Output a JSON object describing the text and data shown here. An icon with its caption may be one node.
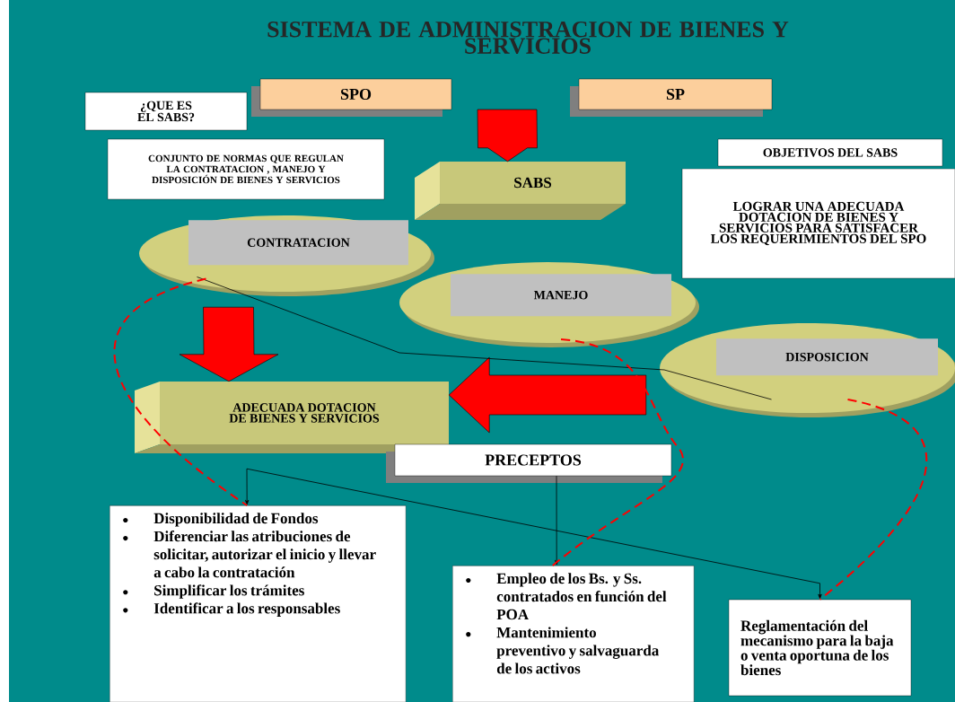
{
  "diagram": {
    "title": "SISTEMA DE ADMINISTRACION DE BIENES Y SERVICIOS",
    "nodes": [
      {
        "text": [
          "SPO"
        ]
      },
      {
        "text": [
          "SP"
        ]
      },
      {
        "text": [
          "¿QUE ES EL SABS?"
        ]
      },
      {
        "text": [
          "CONJUNTO DE NORMAS  QUE REGULAN LA CONTRATACION , MANEJO Y DISPOSICIÓN DE BIENES Y SERVICIOS"
        ]
      },
      {
        "text": [
          "SABS"
        ]
      },
      {
        "text": [
          "OBJETIVOS DEL SABS"
        ]
      },
      {
        "text": [
          "LOGRAR UNA ADECUADA DOTACION DE BIENES Y SERVICIOS PARA SATISFACER LOS REQUERIMIENTOS DEL SPO"
        ]
      },
      {
        "text": [
          "CONTRATACION"
        ]
      },
      {
        "text": [
          "MANEJO"
        ]
      },
      {
        "text": [
          "DISPOSICION"
        ]
      },
      {
        "text": [
          "ADECUADA DOTACION DE BIENES Y SERVICIOS"
        ]
      },
      {
        "text": [
          "PRECEPTOS"
        ]
      },
      {
        "text": [
          "Disponibilidad de Fondos",
          "Diferenciar las atribuciones de solicitar, autorizar el inicio y llevar a cabo la contratación",
          "Simplificar los trámites",
          "Identificar a los responsables"
        ]
      },
      {
        "text": [
          "Empleo de los Bs. y Ss. contratados en función del POA",
          "Mantenimiento preventivo y salvaguarda de los activos"
        ]
      },
      {
        "text": [
          "Reglamentación del mecanismo para la baja o venta oportuna de los bienes"
        ]
      }
    ],
    "edges": [
      {
        "from": null,
        "to": 4,
        "arrow": "to",
        "style": "thick",
        "color": "#ff0000"
      },
      {
        "from": 7,
        "to": 10,
        "arrow": "to",
        "style": "thick",
        "color": "#ff0000"
      },
      {
        "from": 9,
        "to": 10,
        "arrow": "to",
        "style": "thick",
        "color": "#ff0000"
      },
      {
        "from": 7,
        "to": 9,
        "arrow": "none",
        "color": "#000000"
      },
      {
        "from": 10,
        "to": 12,
        "arrow": "to",
        "color": "#000000"
      },
      {
        "from": 10,
        "to": 14,
        "arrow": "to",
        "color": "#000000"
      },
      {
        "from": 11,
        "to": 13,
        "arrow": "to",
        "color": "#000000"
      },
      {
        "from": 7,
        "to": 12,
        "arrow": "none",
        "style": "dashed",
        "color": "#ff0000"
      },
      {
        "from": 8,
        "to": 13,
        "arrow": "none",
        "style": "dashed",
        "color": "#ff0000"
      },
      {
        "from": 9,
        "to": 14,
        "arrow": "none",
        "style": "dashed",
        "color": "#ff0000"
      }
    ]
  }
}
